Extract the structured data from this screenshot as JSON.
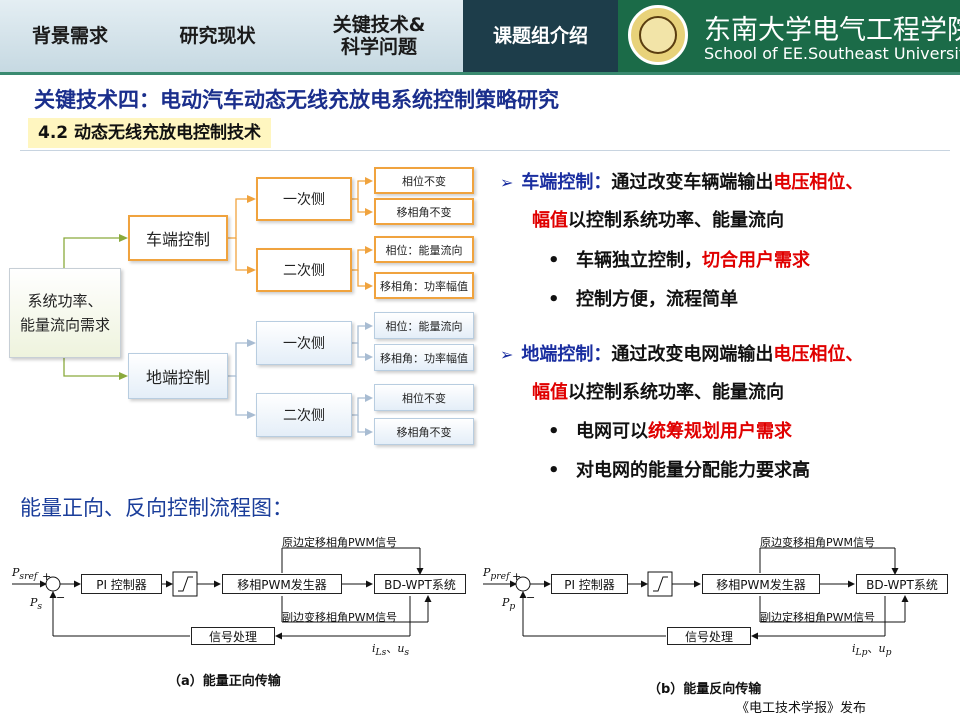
{
  "nav": {
    "tabs": [
      {
        "label": "背景需求"
      },
      {
        "label": "研究现状"
      },
      {
        "label": "关键技术&",
        "label2": "科学问题"
      },
      {
        "label": "课题组介绍"
      }
    ],
    "school_cn": "东南大学电气工程学院",
    "school_en": "School of EE.Southeast University",
    "colors": {
      "active": "#1d3d4a",
      "brand": "#1b6b48"
    }
  },
  "heading": "关键技术四：电动汽车动态无线充放电系统控制策略研究",
  "subheading": "4.2 动态无线充放电控制技术",
  "tree": {
    "root_line1": "系统功率、",
    "root_line2": "能量流向需求",
    "vehicle": "车端控制",
    "grid": "地端控制",
    "primary": "一次侧",
    "secondary": "二次侧",
    "v_p1": "相位不变",
    "v_p2": "移相角不变",
    "v_s1": "相位：能量流向",
    "v_s2": "移相角：功率幅值",
    "g_p1": "相位：能量流向",
    "g_p2": "移相角：功率幅值",
    "g_s1": "相位不变",
    "g_s2": "移相角不变"
  },
  "bullets": {
    "v_title": "车端控制：",
    "v_text1": "通过改变车辆端输出",
    "v_red1": "电压相位、",
    "v_red2": "幅值",
    "v_text2": "以控制系统功率、能量流向",
    "v_sub1": "车辆独立控制，",
    "v_sub1_red": "切合用户需求",
    "v_sub2": "控制方便，流程简单",
    "g_title": "地端控制：",
    "g_text1": "通过改变电网端输出",
    "g_red1": "电压相位、",
    "g_red2": "幅值",
    "g_text2": "以控制系统功率、能量流向",
    "g_sub1": "电网可以",
    "g_sub1_red": "统筹规划用户需求",
    "g_sub2": "对电网的能量分配能力要求高",
    "bullet_mark": "•",
    "arrow_mark": "➢"
  },
  "flow": {
    "heading": "能量正向、反向控制流程图：",
    "a": {
      "top": "原边定移相角PWM信号",
      "bottom": "副边变移相角PWM信号",
      "pref": "P",
      "pref_sub": "sref",
      "p": "P",
      "p_sub": "s",
      "i": "i",
      "i_sub": "Ls",
      "u": "u",
      "u_sub": "s",
      "sep": "、",
      "caption": "（a）能量正向传输"
    },
    "b": {
      "top": "原边变移相角PWM信号",
      "bottom": "副边定移相角PWM信号",
      "pref": "P",
      "pref_sub": "pref",
      "p": "P",
      "p_sub": "p",
      "i": "i",
      "i_sub": "Lp",
      "u": "u",
      "u_sub": "p",
      "sep": "、",
      "caption": "（b）能量反向传输"
    },
    "pi": "PI 控制器",
    "pwm": "移相PWM发生器",
    "bdwpt": "BD-WPT系统",
    "signal": "信号处理",
    "plus": "+",
    "minus": "−"
  },
  "source": "《电工技术学报》发布"
}
